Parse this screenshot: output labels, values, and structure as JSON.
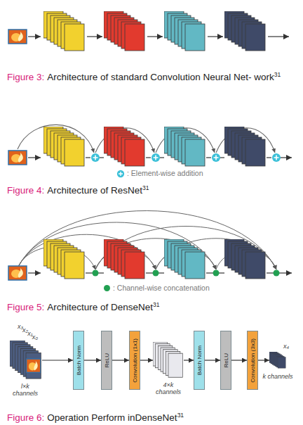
{
  "diagram": {
    "nodes": [
      {
        "text": [
          "x₀",
          "x₁",
          "x₂",
          "x₃",
          "l×k channels"
        ]
      },
      {
        "text": [
          "Batch Norm"
        ]
      },
      {
        "text": [
          "ReLU"
        ]
      },
      {
        "text": [
          "Convolution (1x1)"
        ]
      },
      {
        "text": [
          "4×k channels"
        ]
      },
      {
        "text": [
          "Batch Norm"
        ]
      },
      {
        "text": [
          "ReLU"
        ]
      },
      {
        "text": [
          "Convolution (3x3)"
        ]
      },
      {
        "text": [
          "x₄",
          "k channels"
        ]
      }
    ],
    "edges": [
      {
        "from": 0,
        "to": 1,
        "arrow": "to"
      },
      {
        "from": 1,
        "to": 2,
        "arrow": "to"
      },
      {
        "from": 2,
        "to": 3,
        "arrow": "to"
      },
      {
        "from": 3,
        "to": 4,
        "arrow": "to"
      },
      {
        "from": 4,
        "to": 5,
        "arrow": "to"
      },
      {
        "from": 5,
        "to": 6,
        "arrow": "to"
      },
      {
        "from": 6,
        "to": 7,
        "arrow": "to"
      },
      {
        "from": 7,
        "to": 8,
        "arrow": "to"
      }
    ],
    "labels": [
      "Figure 3:",
      "Architecture of standard Convolution Neural Net- work",
      "31",
      "Figure 4:",
      "Architecture of ResNet",
      "31",
      "Figure 5:",
      "Architecture of DenseNet",
      "31",
      "Figure 6:",
      "Operation Perform inDenseNet",
      "31"
    ],
    "legend": [
      {
        "text": ": Element-wise addition"
      },
      {
        "text": ": Channel-wise concatenation",
        "color": "#22a052"
      }
    ]
  }
}
